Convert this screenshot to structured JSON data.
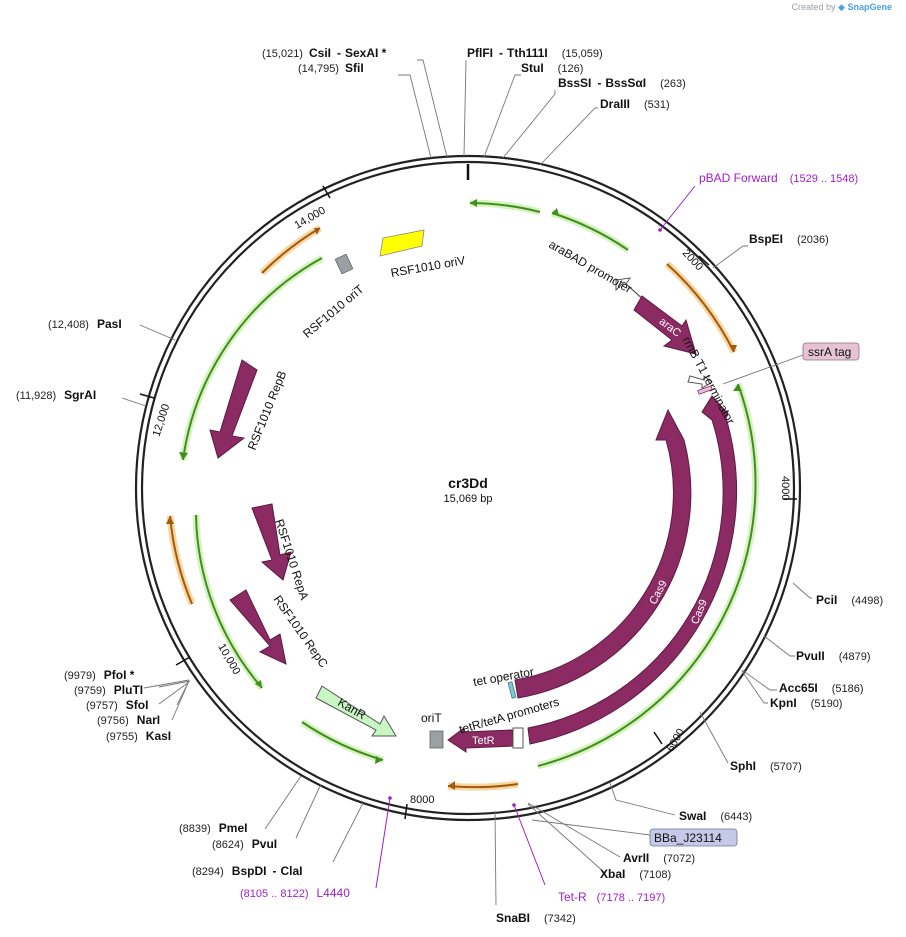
{
  "credit": {
    "prefix": "Created by",
    "brand": "SnapGene"
  },
  "plasmid": {
    "name": "cr3Dd",
    "length": "15,069 bp"
  },
  "colors": {
    "feature": "#8b2a63",
    "orf_green": "#3f8f1e",
    "orf_green_glow": "#d7f2c0",
    "orf_orange": "#a35a0f",
    "orf_orange_glow": "#f8d6a0",
    "oriV": "#ffff00",
    "oriT": "#9aa0a4",
    "kanR": "#c8f7c3",
    "promoter": "#ffffff",
    "primer": "#a020c8",
    "misc_tag": "#e6c3d2",
    "bba_tag": "#c5c8e6",
    "operator": "#7ec8d8"
  },
  "tick_labels": [
    "2000",
    "4000",
    "6000",
    "8000",
    "10,000",
    "12,000",
    "14,000"
  ],
  "enzymes": [
    {
      "id": "csii",
      "name": "CsiI",
      "name2": "SexAI *",
      "pos": "(15,021)"
    },
    {
      "id": "sfii",
      "name": "SfiI",
      "pos": "(14,795)"
    },
    {
      "id": "pflfi",
      "name": "PflFI",
      "name2": "Tth111I",
      "pos": "(15,059)"
    },
    {
      "id": "stui",
      "name": "StuI",
      "pos": "(126)"
    },
    {
      "id": "bsssi",
      "name": "BssSI",
      "name2": "BssSαI",
      "pos": "(263)"
    },
    {
      "id": "draiii",
      "name": "DraIII",
      "pos": "(531)"
    },
    {
      "id": "bspei",
      "name": "BspEI",
      "pos": "(2036)"
    },
    {
      "id": "pcii",
      "name": "PciI",
      "pos": "(4498)"
    },
    {
      "id": "pvuii",
      "name": "PvuII",
      "pos": "(4879)"
    },
    {
      "id": "acc65i",
      "name": "Acc65I",
      "pos": "(5186)"
    },
    {
      "id": "kpni",
      "name": "KpnI",
      "pos": "(5190)"
    },
    {
      "id": "sphi",
      "name": "SphI",
      "pos": "(5707)"
    },
    {
      "id": "swai",
      "name": "SwaI",
      "pos": "(6443)"
    },
    {
      "id": "avrii",
      "name": "AvrII",
      "pos": "(7072)"
    },
    {
      "id": "xbai",
      "name": "XbaI",
      "pos": "(7108)"
    },
    {
      "id": "snabi",
      "name": "SnaBI",
      "pos": "(7342)"
    },
    {
      "id": "bspdi",
      "name": "BspDI",
      "name2": "ClaI",
      "pos": "(8294)"
    },
    {
      "id": "pvui",
      "name": "PvuI",
      "pos": "(8624)"
    },
    {
      "id": "pmei",
      "name": "PmeI",
      "pos": "(8839)"
    },
    {
      "id": "kasi",
      "name": "KasI",
      "pos": "(9755)"
    },
    {
      "id": "nari",
      "name": "NarI",
      "pos": "(9756)"
    },
    {
      "id": "sfoi",
      "name": "SfoI",
      "pos": "(9757)"
    },
    {
      "id": "pluti",
      "name": "PluTI",
      "pos": "(9759)"
    },
    {
      "id": "pfoi",
      "name": "PfoI *",
      "pos": "(9979)"
    },
    {
      "id": "sgrai",
      "name": "SgrAI",
      "pos": "(11,928)"
    },
    {
      "id": "pasi",
      "name": "PasI",
      "pos": "(12,408)"
    }
  ],
  "primers": [
    {
      "id": "pbad-forward",
      "name": "pBAD Forward",
      "range": "(1529 .. 1548)"
    },
    {
      "id": "tet-r",
      "name": "Tet-R",
      "range": "(7178 .. 7197)"
    },
    {
      "id": "l4440",
      "name": "L4440",
      "range": "(8105 .. 8122)"
    }
  ],
  "tags": [
    {
      "id": "ssra-tag",
      "label": "ssrA tag"
    },
    {
      "id": "bba-j23114",
      "label": "BBa_J23114"
    }
  ],
  "features": {
    "oriV": "RSF1010 oriV",
    "oriT_rsf": "RSF1010 oriT",
    "repB": "RSF1010 RepB",
    "repA": "RSF1010 RepA",
    "repC": "RSF1010 RepC",
    "kanR": "KanR",
    "oriT": "oriT",
    "tetR": "TetR",
    "tetPromoters": "tetR/tetA promoters",
    "tetOperator": "tet operator",
    "cas9a": "Cas9",
    "cas9b": "Cas9",
    "araBAD": "araBAD promoter",
    "araC": "araC",
    "rrnB": "rrnB T1 terminator"
  }
}
